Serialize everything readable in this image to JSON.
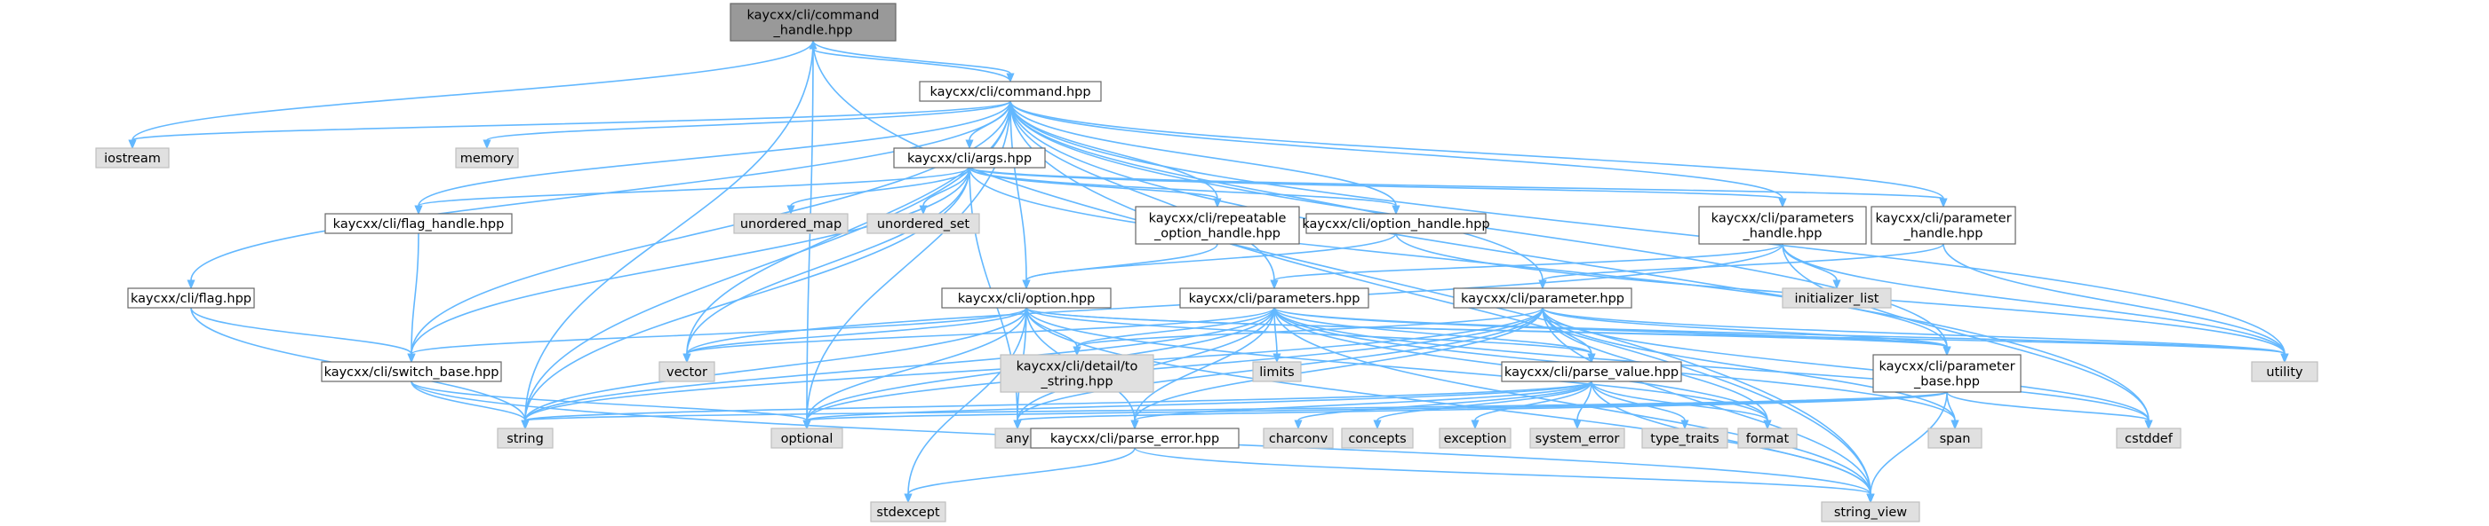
{
  "colors": {
    "root_fill": "#999999",
    "file_fill": "#ffffff",
    "system_fill": "#e0e0e0",
    "border": "#666666",
    "edge": "#63b8ff"
  },
  "nodes": [
    {
      "id": "command_handle",
      "kind": "root",
      "lines": [
        "kaycxx/cli/command",
        "_handle.hpp"
      ]
    },
    {
      "id": "command",
      "kind": "file",
      "lines": [
        "kaycxx/cli/command.hpp"
      ]
    },
    {
      "id": "iostream",
      "kind": "system",
      "lines": [
        "iostream"
      ]
    },
    {
      "id": "memory",
      "kind": "system",
      "lines": [
        "memory"
      ]
    },
    {
      "id": "args",
      "kind": "file",
      "lines": [
        "kaycxx/cli/args.hpp"
      ]
    },
    {
      "id": "unordered_map",
      "kind": "system",
      "lines": [
        "unordered_map"
      ]
    },
    {
      "id": "unordered_set",
      "kind": "system",
      "lines": [
        "unordered_set"
      ]
    },
    {
      "id": "flag_handle",
      "kind": "file",
      "lines": [
        "kaycxx/cli/flag_handle.hpp"
      ]
    },
    {
      "id": "repeatable",
      "kind": "file",
      "lines": [
        "kaycxx/cli/repeatable",
        "_option_handle.hpp"
      ]
    },
    {
      "id": "option_handle",
      "kind": "file",
      "lines": [
        "kaycxx/cli/option_handle.hpp"
      ]
    },
    {
      "id": "parameters_handle",
      "kind": "file",
      "lines": [
        "kaycxx/cli/parameters",
        "_handle.hpp"
      ]
    },
    {
      "id": "parameter_handle",
      "kind": "file",
      "lines": [
        "kaycxx/cli/parameter",
        "_handle.hpp"
      ]
    },
    {
      "id": "initializer_list",
      "kind": "system",
      "lines": [
        "initializer_list"
      ]
    },
    {
      "id": "flag",
      "kind": "file",
      "lines": [
        "kaycxx/cli/flag.hpp"
      ]
    },
    {
      "id": "option",
      "kind": "file",
      "lines": [
        "kaycxx/cli/option.hpp"
      ]
    },
    {
      "id": "parameters",
      "kind": "file",
      "lines": [
        "kaycxx/cli/parameters.hpp"
      ]
    },
    {
      "id": "parameter",
      "kind": "file",
      "lines": [
        "kaycxx/cli/parameter.hpp"
      ]
    },
    {
      "id": "switch_base",
      "kind": "file",
      "lines": [
        "kaycxx/cli/switch_base.hpp"
      ]
    },
    {
      "id": "vector",
      "kind": "system",
      "lines": [
        "vector"
      ]
    },
    {
      "id": "detail_to_string",
      "kind": "system",
      "lines": [
        "kaycxx/cli/detail/to",
        "_string.hpp"
      ]
    },
    {
      "id": "limits",
      "kind": "system",
      "lines": [
        "limits"
      ]
    },
    {
      "id": "parse_value",
      "kind": "file",
      "lines": [
        "kaycxx/cli/parse_value.hpp"
      ]
    },
    {
      "id": "parameter_base",
      "kind": "file",
      "lines": [
        "kaycxx/cli/parameter",
        "_base.hpp"
      ]
    },
    {
      "id": "utility",
      "kind": "system",
      "lines": [
        "utility"
      ]
    },
    {
      "id": "string",
      "kind": "system",
      "lines": [
        "string"
      ]
    },
    {
      "id": "optional",
      "kind": "system",
      "lines": [
        "optional"
      ]
    },
    {
      "id": "any",
      "kind": "system",
      "lines": [
        "any"
      ]
    },
    {
      "id": "parse_error",
      "kind": "file",
      "lines": [
        "kaycxx/cli/parse_error.hpp"
      ]
    },
    {
      "id": "charconv",
      "kind": "system",
      "lines": [
        "charconv"
      ]
    },
    {
      "id": "concepts",
      "kind": "system",
      "lines": [
        "concepts"
      ]
    },
    {
      "id": "exception",
      "kind": "system",
      "lines": [
        "exception"
      ]
    },
    {
      "id": "system_error",
      "kind": "system",
      "lines": [
        "system_error"
      ]
    },
    {
      "id": "type_traits",
      "kind": "system",
      "lines": [
        "type_traits"
      ]
    },
    {
      "id": "format",
      "kind": "system",
      "lines": [
        "format"
      ]
    },
    {
      "id": "span",
      "kind": "system",
      "lines": [
        "span"
      ]
    },
    {
      "id": "cstddef",
      "kind": "system",
      "lines": [
        "cstddef"
      ]
    },
    {
      "id": "stdexcept",
      "kind": "system",
      "lines": [
        "stdexcept"
      ]
    },
    {
      "id": "string_view",
      "kind": "system",
      "lines": [
        "string_view"
      ]
    }
  ],
  "edges": [
    [
      "command_handle",
      "command"
    ],
    [
      "command_handle",
      "iostream"
    ],
    [
      "command_handle",
      "string"
    ],
    [
      "command_handle",
      "string_view"
    ],
    [
      "command_handle",
      "optional"
    ],
    [
      "command",
      "command_handle"
    ],
    [
      "command",
      "iostream"
    ],
    [
      "command",
      "memory"
    ],
    [
      "command",
      "args"
    ],
    [
      "command",
      "flag"
    ],
    [
      "command",
      "flag_handle"
    ],
    [
      "command",
      "repeatable"
    ],
    [
      "command",
      "option_handle"
    ],
    [
      "command",
      "option"
    ],
    [
      "command",
      "parameters_handle"
    ],
    [
      "command",
      "parameter_handle"
    ],
    [
      "command",
      "parameters"
    ],
    [
      "command",
      "parameter"
    ],
    [
      "command",
      "switch_base"
    ],
    [
      "command",
      "vector"
    ],
    [
      "command",
      "string"
    ],
    [
      "command",
      "optional"
    ],
    [
      "command",
      "utility"
    ],
    [
      "command",
      "cstddef"
    ],
    [
      "command",
      "string_view"
    ],
    [
      "command",
      "parameter_base"
    ],
    [
      "args",
      "unordered_map"
    ],
    [
      "args",
      "unordered_set"
    ],
    [
      "args",
      "flag_handle"
    ],
    [
      "args",
      "repeatable"
    ],
    [
      "args",
      "option_handle"
    ],
    [
      "args",
      "parameters_handle"
    ],
    [
      "args",
      "parameter_handle"
    ],
    [
      "args",
      "switch_base"
    ],
    [
      "args",
      "vector"
    ],
    [
      "args",
      "string"
    ],
    [
      "args",
      "any"
    ],
    [
      "args",
      "parameter_base"
    ],
    [
      "flag_handle",
      "switch_base"
    ],
    [
      "flag",
      "switch_base"
    ],
    [
      "flag",
      "string"
    ],
    [
      "repeatable",
      "option"
    ],
    [
      "option_handle",
      "option"
    ],
    [
      "option_handle",
      "utility"
    ],
    [
      "parameters_handle",
      "parameters"
    ],
    [
      "parameters_handle",
      "initializer_list"
    ],
    [
      "parameters_handle",
      "utility"
    ],
    [
      "parameters_handle",
      "vector"
    ],
    [
      "parameters_handle",
      "cstddef"
    ],
    [
      "parameter_handle",
      "parameter"
    ],
    [
      "parameter_handle",
      "utility"
    ],
    [
      "option",
      "switch_base"
    ],
    [
      "option",
      "vector"
    ],
    [
      "option",
      "detail_to_string"
    ],
    [
      "option",
      "parse_value"
    ],
    [
      "option",
      "parse_error"
    ],
    [
      "option",
      "any"
    ],
    [
      "option",
      "optional"
    ],
    [
      "option",
      "string"
    ],
    [
      "option",
      "string_view"
    ],
    [
      "option",
      "format"
    ],
    [
      "option",
      "utility"
    ],
    [
      "option",
      "stdexcept"
    ],
    [
      "option",
      "parameter_base"
    ],
    [
      "parameters",
      "parameter_base"
    ],
    [
      "parameters",
      "parse_value"
    ],
    [
      "parameters",
      "parse_error"
    ],
    [
      "parameters",
      "detail_to_string"
    ],
    [
      "parameters",
      "limits"
    ],
    [
      "parameters",
      "vector"
    ],
    [
      "parameters",
      "string"
    ],
    [
      "parameters",
      "optional"
    ],
    [
      "parameters",
      "any"
    ],
    [
      "parameters",
      "span"
    ],
    [
      "parameters",
      "format"
    ],
    [
      "parameters",
      "utility"
    ],
    [
      "parameters",
      "cstddef"
    ],
    [
      "parameters",
      "string_view"
    ],
    [
      "parameter",
      "parameter_base"
    ],
    [
      "parameter",
      "parse_value"
    ],
    [
      "parameter",
      "parse_error"
    ],
    [
      "parameter",
      "detail_to_string"
    ],
    [
      "parameter",
      "string"
    ],
    [
      "parameter",
      "optional"
    ],
    [
      "parameter",
      "any"
    ],
    [
      "parameter",
      "utility"
    ],
    [
      "parameter",
      "cstddef"
    ],
    [
      "parameter",
      "span"
    ],
    [
      "parameter",
      "format"
    ],
    [
      "parameter",
      "string_view"
    ],
    [
      "switch_base",
      "string"
    ],
    [
      "switch_base",
      "optional"
    ],
    [
      "switch_base",
      "string_view"
    ],
    [
      "parse_value",
      "parse_error"
    ],
    [
      "parse_value",
      "charconv"
    ],
    [
      "parse_value",
      "concepts"
    ],
    [
      "parse_value",
      "exception"
    ],
    [
      "parse_value",
      "system_error"
    ],
    [
      "parse_value",
      "type_traits"
    ],
    [
      "parse_value",
      "format"
    ],
    [
      "parse_value",
      "string"
    ],
    [
      "parse_value",
      "string_view"
    ],
    [
      "parse_value",
      "optional"
    ],
    [
      "parameter_base",
      "string"
    ],
    [
      "parameter_base",
      "optional"
    ],
    [
      "parameter_base",
      "any"
    ],
    [
      "parameter_base",
      "span"
    ],
    [
      "parameter_base",
      "cstddef"
    ],
    [
      "parameter_base",
      "string_view"
    ],
    [
      "parse_error",
      "stdexcept"
    ],
    [
      "parse_error",
      "string_view"
    ]
  ]
}
